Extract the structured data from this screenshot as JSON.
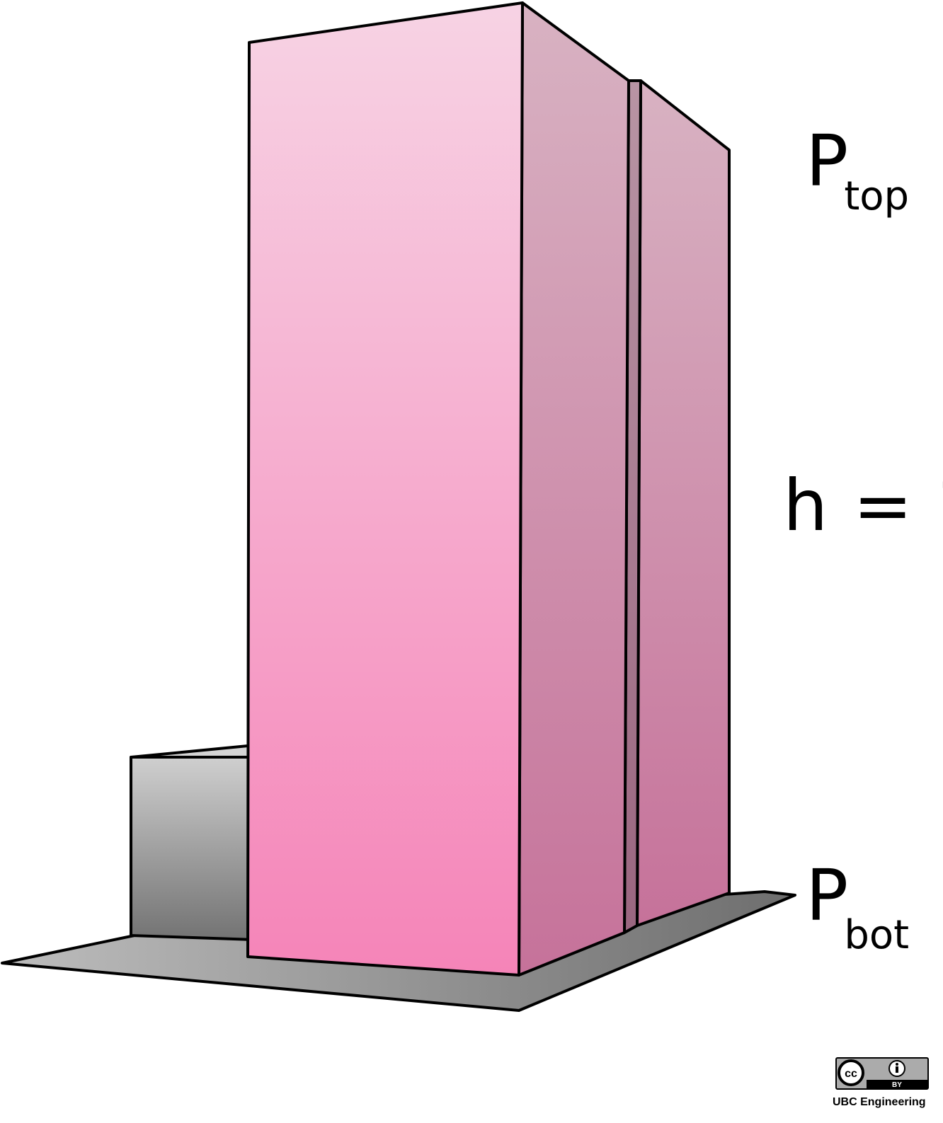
{
  "labels": {
    "p_top": {
      "main": "P",
      "sub": "top"
    },
    "height": "h = ?",
    "p_bot": {
      "main": "P",
      "sub": "bot"
    }
  },
  "license": {
    "badge_text": "cc",
    "by_text": "BY",
    "credit": "UBC Engineering"
  },
  "colors": {
    "building_front_top": "#f7d3e4",
    "building_front_bottom": "#f584b8",
    "building_side_top": "#d8b2c2",
    "building_side_bottom": "#c6729a",
    "seam": "#9f6f85",
    "ground_light": "#bdbdbd",
    "ground_dark": "#6e6e6e",
    "small_box_top": "#cfcfcf",
    "small_box_bottom": "#737373",
    "outline": "#000000"
  },
  "icons": {
    "cc": "creative-commons-icon",
    "by": "attribution-person-icon"
  }
}
